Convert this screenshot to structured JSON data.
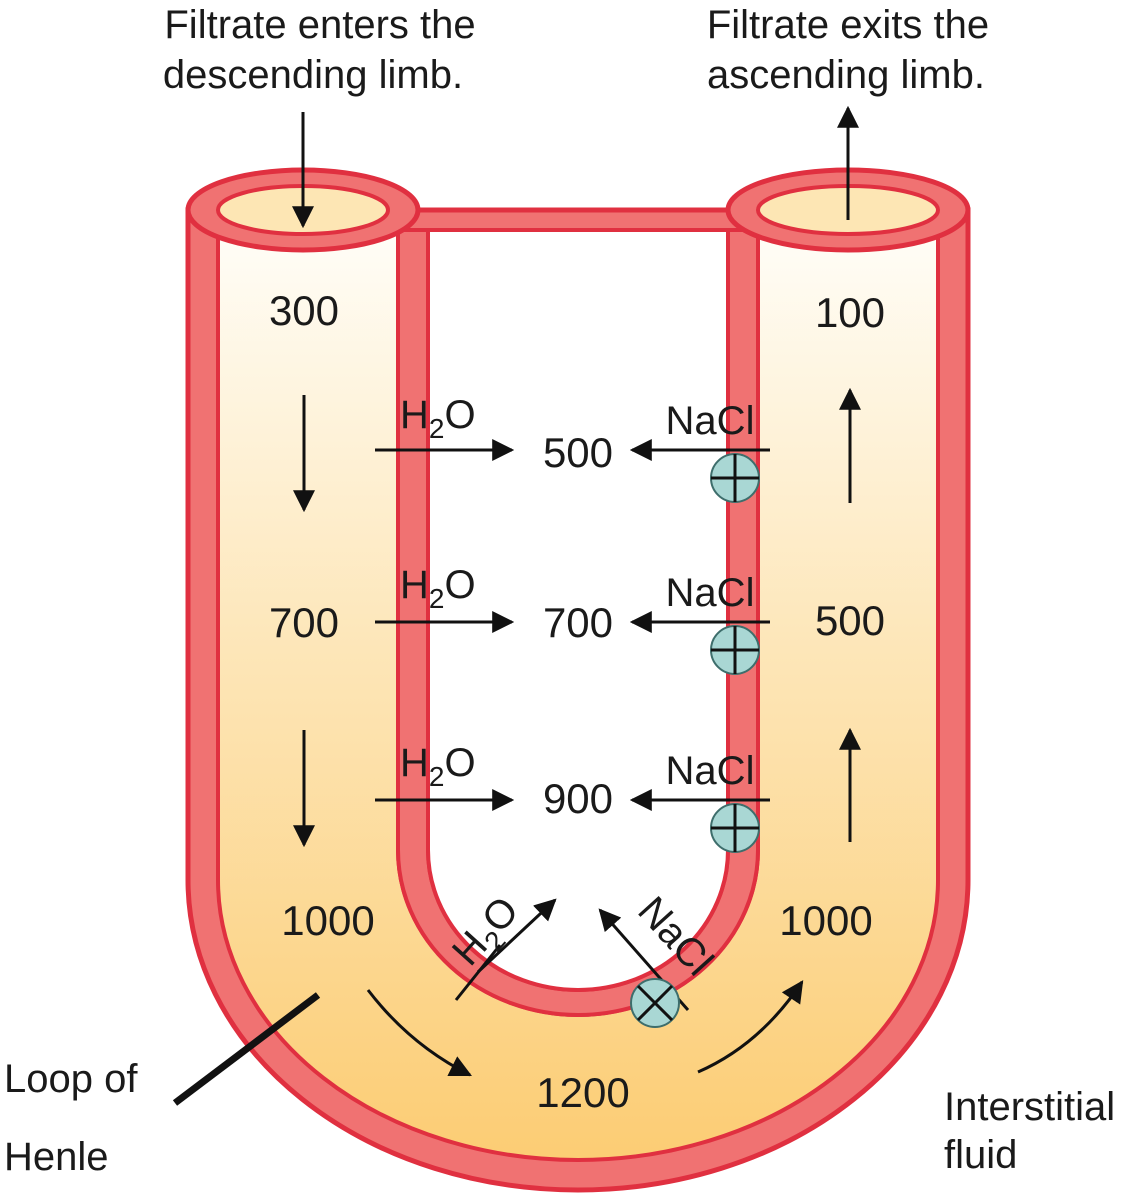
{
  "captions": {
    "enter_line1": "Filtrate enters the",
    "enter_line2": "descending limb.",
    "exit_line1": "Filtrate exits the",
    "exit_line2": "ascending limb.",
    "loop_line1": "Loop of",
    "loop_line2": "Henle",
    "fluid_line1": "Interstitial",
    "fluid_line2": "fluid"
  },
  "descending_limb": [
    "300",
    "700",
    "1000"
  ],
  "ascending_limb": [
    "100",
    "500",
    "1000"
  ],
  "bottom_value": "1200",
  "interstitial": [
    "500",
    "700",
    "900"
  ],
  "chem": {
    "water": "H",
    "water_sub": "2",
    "water_end": "O",
    "salt": "NaCl"
  },
  "colors": {
    "tube_wall": "#f07272",
    "tube_edge": "#e03040",
    "filtrate_dilute": "#fffdf3",
    "filtrate_conc": "#fcd27e",
    "pump": "#a9d7d4",
    "pump_edge": "#3e6e6c"
  }
}
